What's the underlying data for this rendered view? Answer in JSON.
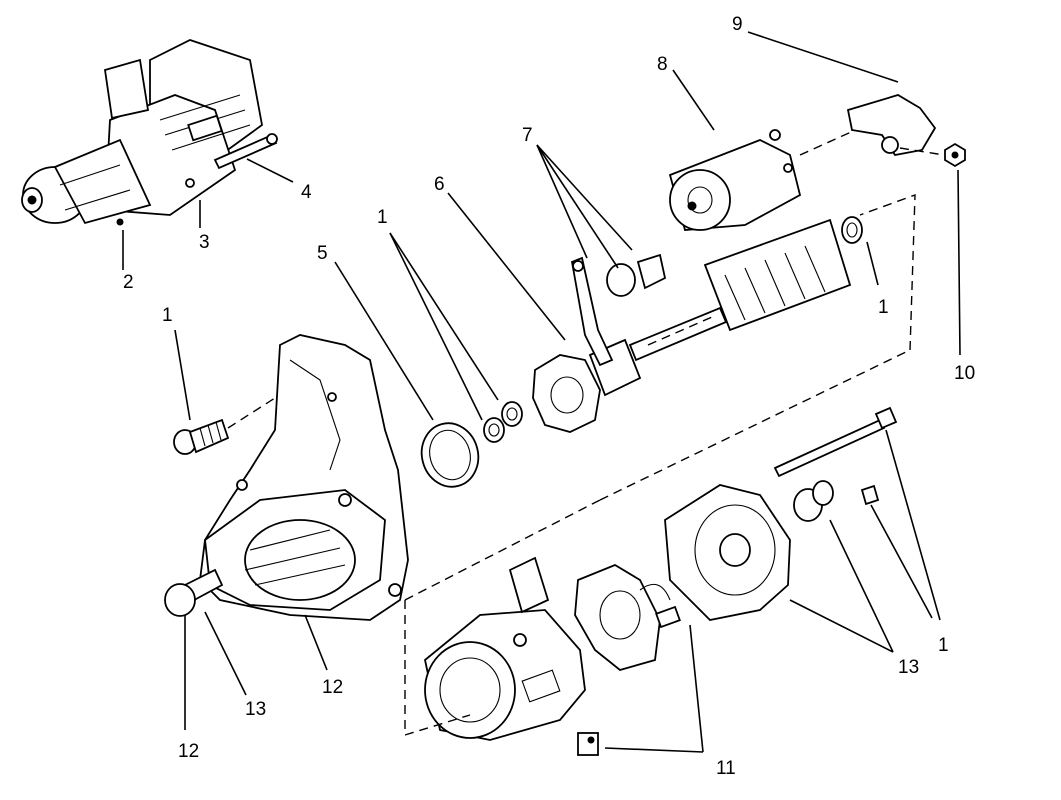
{
  "callouts": {
    "c1_screw": "1",
    "c1_washers": "1",
    "c1_armature": "1",
    "c1_bolts": "1",
    "c2": "2",
    "c3": "3",
    "c4": "4",
    "c5": "5",
    "c6": "6",
    "c7": "7",
    "c8": "8",
    "c9": "9",
    "c10": "10",
    "c11": "11",
    "c12_shaft": "12",
    "c12_housing": "12",
    "c13_shaft": "13",
    "c13_frame": "13"
  }
}
